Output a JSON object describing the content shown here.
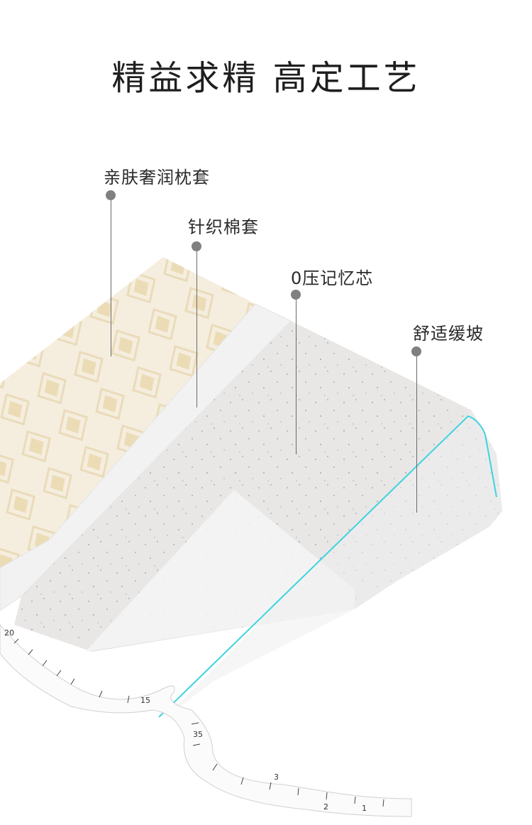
{
  "title": "精益求精 高定工艺",
  "callouts": [
    {
      "id": "pillowcase",
      "label": "亲肤奢润枕套"
    },
    {
      "id": "knit-cover",
      "label": "针织棉套"
    },
    {
      "id": "memory-core",
      "label": "0压记忆芯"
    },
    {
      "id": "slope",
      "label": "舒适缓坡"
    }
  ],
  "tape_numbers": [
    "20",
    "15",
    "35",
    "3",
    "2",
    "1"
  ],
  "colors": {
    "pillowcase": "#f3ead8",
    "pattern": "#e8d7b3",
    "knit": "#f1f1f1",
    "foam": "#e9e8e7",
    "accent_cyan": "#3fd3e0",
    "dot": "#808080"
  }
}
